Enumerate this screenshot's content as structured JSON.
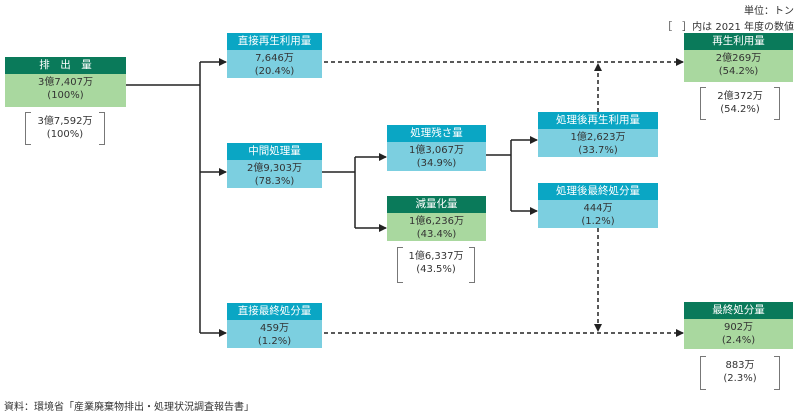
{
  "unit_note": "単位：トン",
  "bracket_note": "［　］内は 2021 年度の数値",
  "source": "資料：環境省「産業廃棄物排出・処理状況調査報告書」",
  "nodes": {
    "emission": {
      "title": "排　出　量",
      "value": "3億7,407万",
      "pct": "(100%)",
      "prev_value": "3億7,592万",
      "prev_pct": "(100%)"
    },
    "direct_recycle": {
      "title": "直接再生利用量",
      "value": "7,646万",
      "pct": "(20.4%)"
    },
    "intermediate": {
      "title": "中間処理量",
      "value": "2億9,303万",
      "pct": "(78.3%)"
    },
    "direct_final": {
      "title": "直接最終処分量",
      "value": "459万",
      "pct": "(1.2%)"
    },
    "residue": {
      "title": "処理残さ量",
      "value": "1億3,067万",
      "pct": "(34.9%)"
    },
    "reduction": {
      "title": "減量化量",
      "value": "1億6,236万",
      "pct": "(43.4%)",
      "prev_value": "1億6,337万",
      "prev_pct": "(43.5%)"
    },
    "post_recycle": {
      "title": "処理後再生利用量",
      "value": "1億2,623万",
      "pct": "(33.7%)"
    },
    "post_final": {
      "title": "処理後最終処分量",
      "value": "444万",
      "pct": "(1.2%)"
    },
    "recycle_total": {
      "title": "再生利用量",
      "value": "2億269万",
      "pct": "(54.2%)",
      "prev_value": "2億372万",
      "prev_pct": "(54.2%)"
    },
    "final_total": {
      "title": "最終処分量",
      "value": "902万",
      "pct": "(2.4%)",
      "prev_value": "883万",
      "prev_pct": "(2.3%)"
    }
  },
  "colors": {
    "green_header": "#0a7a5a",
    "green_body": "#a9d89f",
    "blue_header": "#0aa6c4",
    "blue_body": "#7ccfe0"
  }
}
